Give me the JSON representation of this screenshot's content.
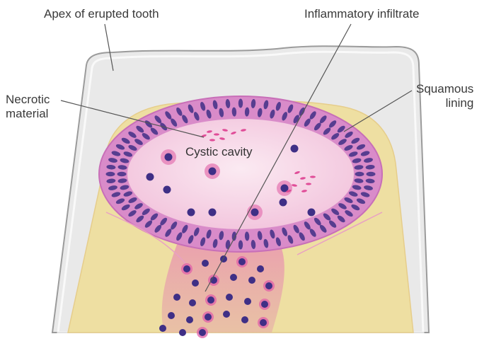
{
  "labels": {
    "apex": "Apex of erupted tooth",
    "inflammatory": "Inflammatory infiltrate",
    "necrotic_line1": "Necrotic",
    "necrotic_line2": "material",
    "squamous_line1": "Squamous",
    "squamous_line2": "lining",
    "cavity": "Cystic cavity"
  },
  "colors": {
    "background": "#ffffff",
    "tooth_fill": "#e8e8e8",
    "tooth_outline": "#9a9a9a",
    "connective_tissue": "#eedc9c",
    "lining_ring": "#d97fc8",
    "cavity_fill": "#f6d4e6",
    "nucleus": "#3f2f86",
    "infiltrate": "#e060a8",
    "leader_line": "#555555"
  }
}
